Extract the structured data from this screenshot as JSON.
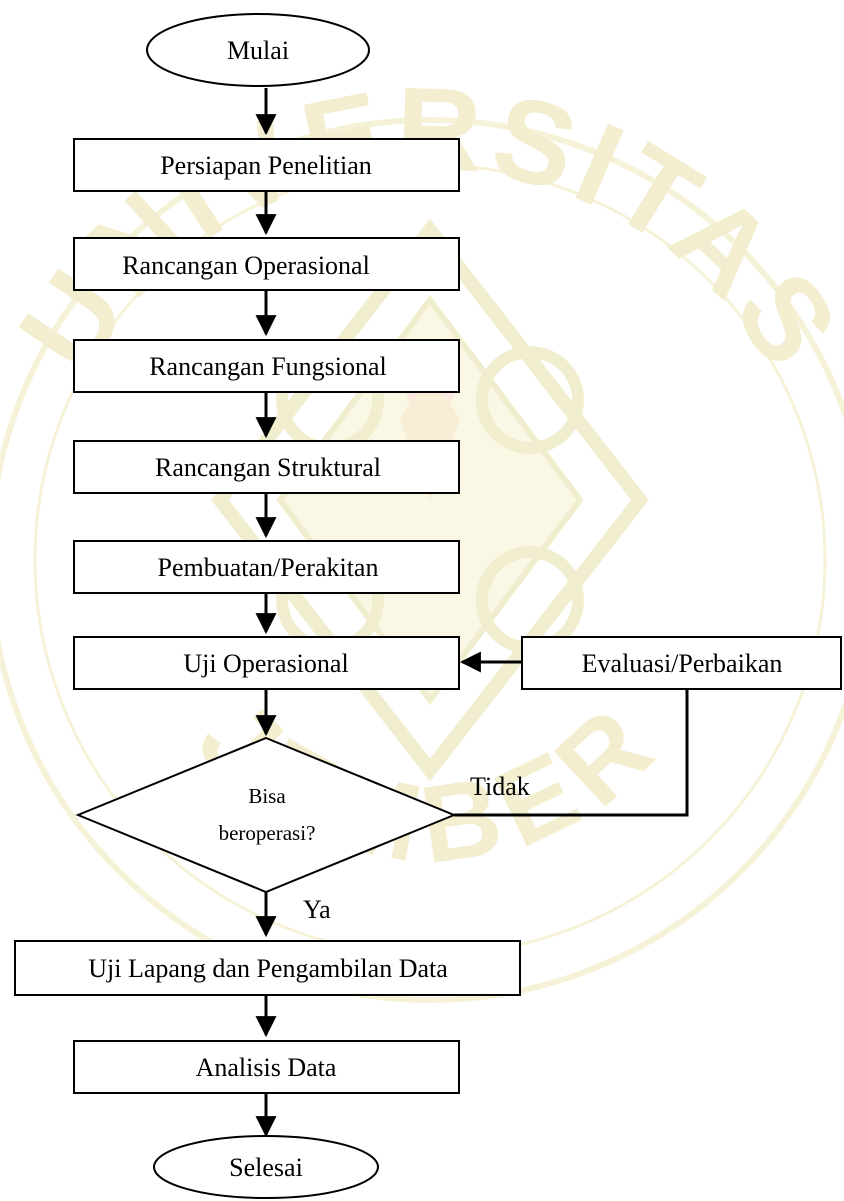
{
  "diagram": {
    "nodes": {
      "mulai": "Mulai",
      "persiapan": "Persiapan Penelitian",
      "operasional": "Rancangan Operasional",
      "fungsional": "Rancangan Fungsional",
      "struktural": "Rancangan Struktural",
      "pembuatan": "Pembuatan/Perakitan",
      "uji_operasional": "Uji Operasional",
      "evaluasi": "Evaluasi/Perbaikan",
      "decision_line1": "Bisa",
      "decision_line2": "beroperasi?",
      "uji_lapang": "Uji Lapang dan Pengambilan Data",
      "analisis": "Analisis Data",
      "selesai": "Selesai"
    },
    "edge_labels": {
      "no": "Tidak",
      "yes": "Ya"
    },
    "colors": {
      "stroke": "#000000",
      "box_fill": "#ffffff",
      "watermark": "#f3efcc",
      "watermark_text": "#f1ecc6"
    }
  },
  "watermark": {
    "text_top": "UNIVERSITAS",
    "text_bottom": "JEMBER"
  }
}
